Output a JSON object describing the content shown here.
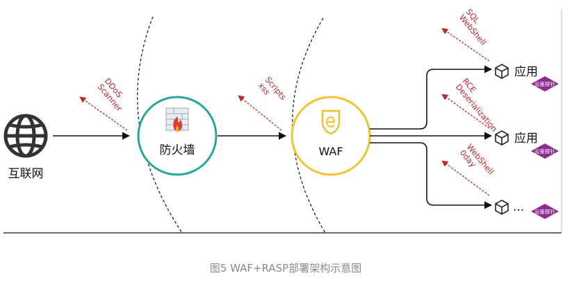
{
  "nodes": {
    "internet": "互联网",
    "firewall": "防火墙",
    "waf": "WAF",
    "app1": "应用",
    "app2": "应用",
    "app3": "..."
  },
  "threats": {
    "ddos": [
      "DDoS",
      "Scanner"
    ],
    "xss": [
      "Scripts",
      "xss"
    ],
    "sql": [
      "SQL",
      "WebShell"
    ],
    "rce": [
      "RCE",
      "Deserialization"
    ],
    "webshell": [
      "WebShell",
      "0day"
    ]
  },
  "badge_text": "云鉴探针",
  "caption": "图5 WAF+RASP部署架构示意图",
  "icons": {
    "internet": "globe-icon",
    "firewall": "brick-wall-fire-icon",
    "waf": "shield-e-icon",
    "app": "cube-icon"
  },
  "colors": {
    "firewall_ring": "#26a69a",
    "waf_ring": "#f2c230",
    "threat": "#c0282d",
    "badge": "#8e2b8f"
  }
}
